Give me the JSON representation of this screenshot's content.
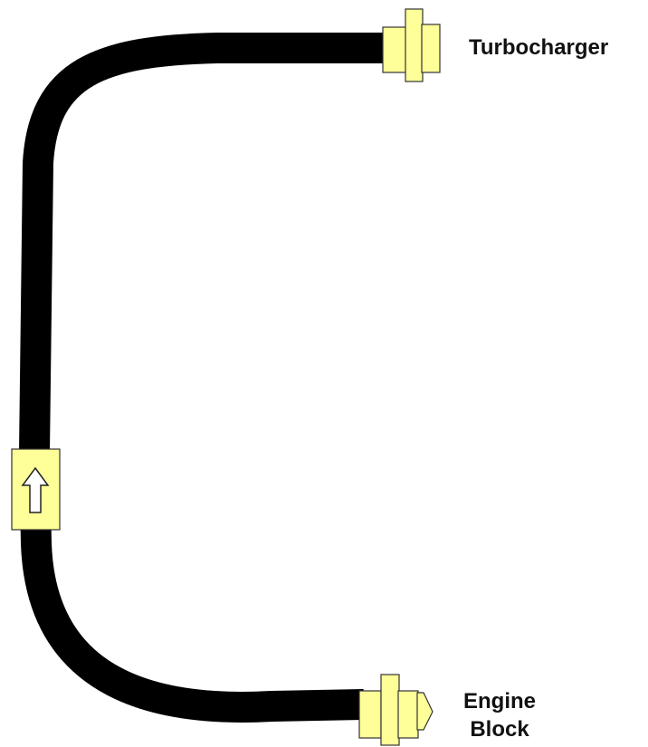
{
  "labels": {
    "turbocharger": "Turbocharger",
    "engine_line1": "Engine",
    "engine_line2": "Block"
  },
  "colors": {
    "hose": "#000000",
    "fitting_fill": "#ffff99",
    "fitting_stroke": "#333333",
    "arrow_fill": "#ffffff",
    "text": "#111111"
  },
  "icons": {
    "flow_direction": "up-arrow-icon"
  }
}
